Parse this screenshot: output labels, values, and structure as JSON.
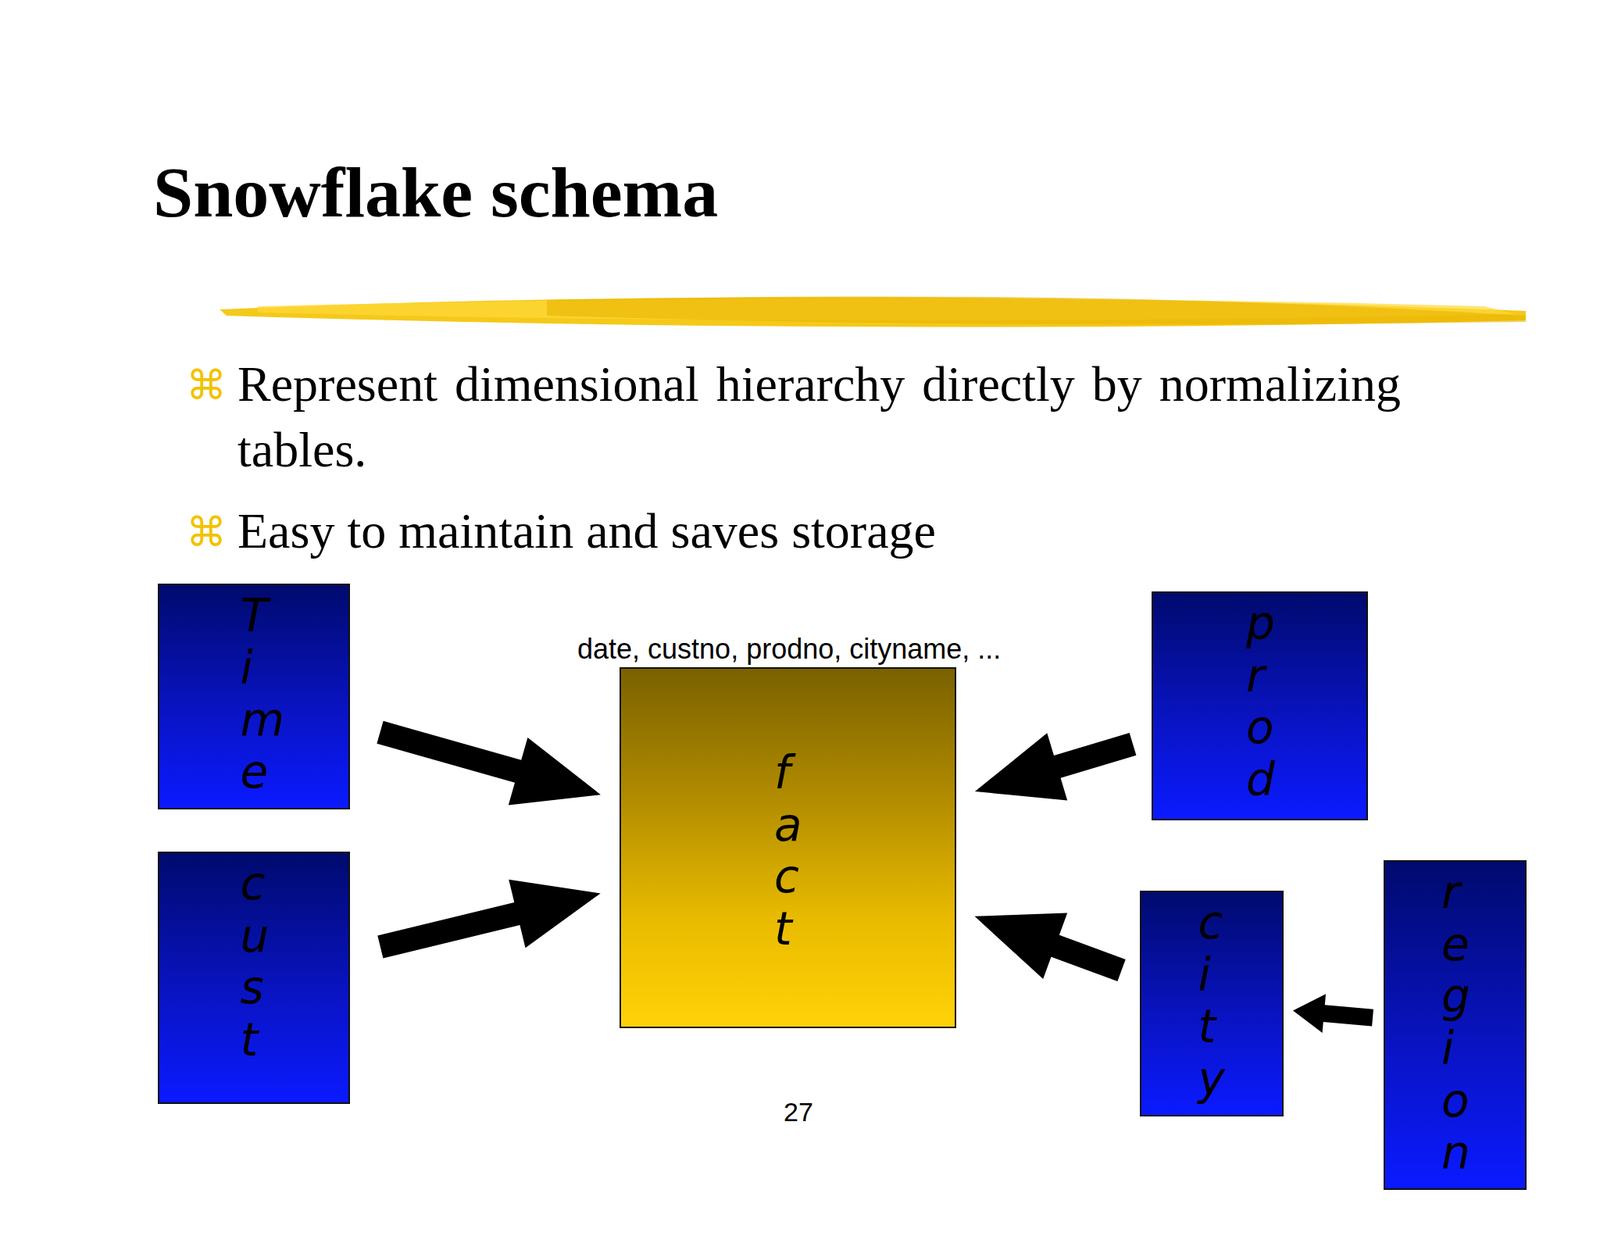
{
  "diagram": {
    "title": "Snowflake schema",
    "nodes": [
      {
        "text": [
          "Time"
        ]
      },
      {
        "text": [
          "cust"
        ]
      },
      {
        "text": [
          "date, custno, prodno, cityname, ...",
          "fact"
        ]
      },
      {
        "text": [
          "prod"
        ]
      },
      {
        "text": [
          "city"
        ]
      },
      {
        "text": [
          "region"
        ]
      }
    ],
    "edges": [
      {
        "from": 0,
        "to": 2,
        "arrow": "to"
      },
      {
        "from": 1,
        "to": 2,
        "arrow": "to"
      },
      {
        "from": 3,
        "to": 2,
        "arrow": "to"
      },
      {
        "from": 4,
        "to": 2,
        "arrow": "to"
      },
      {
        "from": 5,
        "to": 4,
        "arrow": "to"
      }
    ],
    "labels": [
      "⌘",
      "Represent dimensional hierarchy directly by normalizing tables.",
      "⌘",
      "Easy to maintain and saves storage",
      "27"
    ]
  }
}
